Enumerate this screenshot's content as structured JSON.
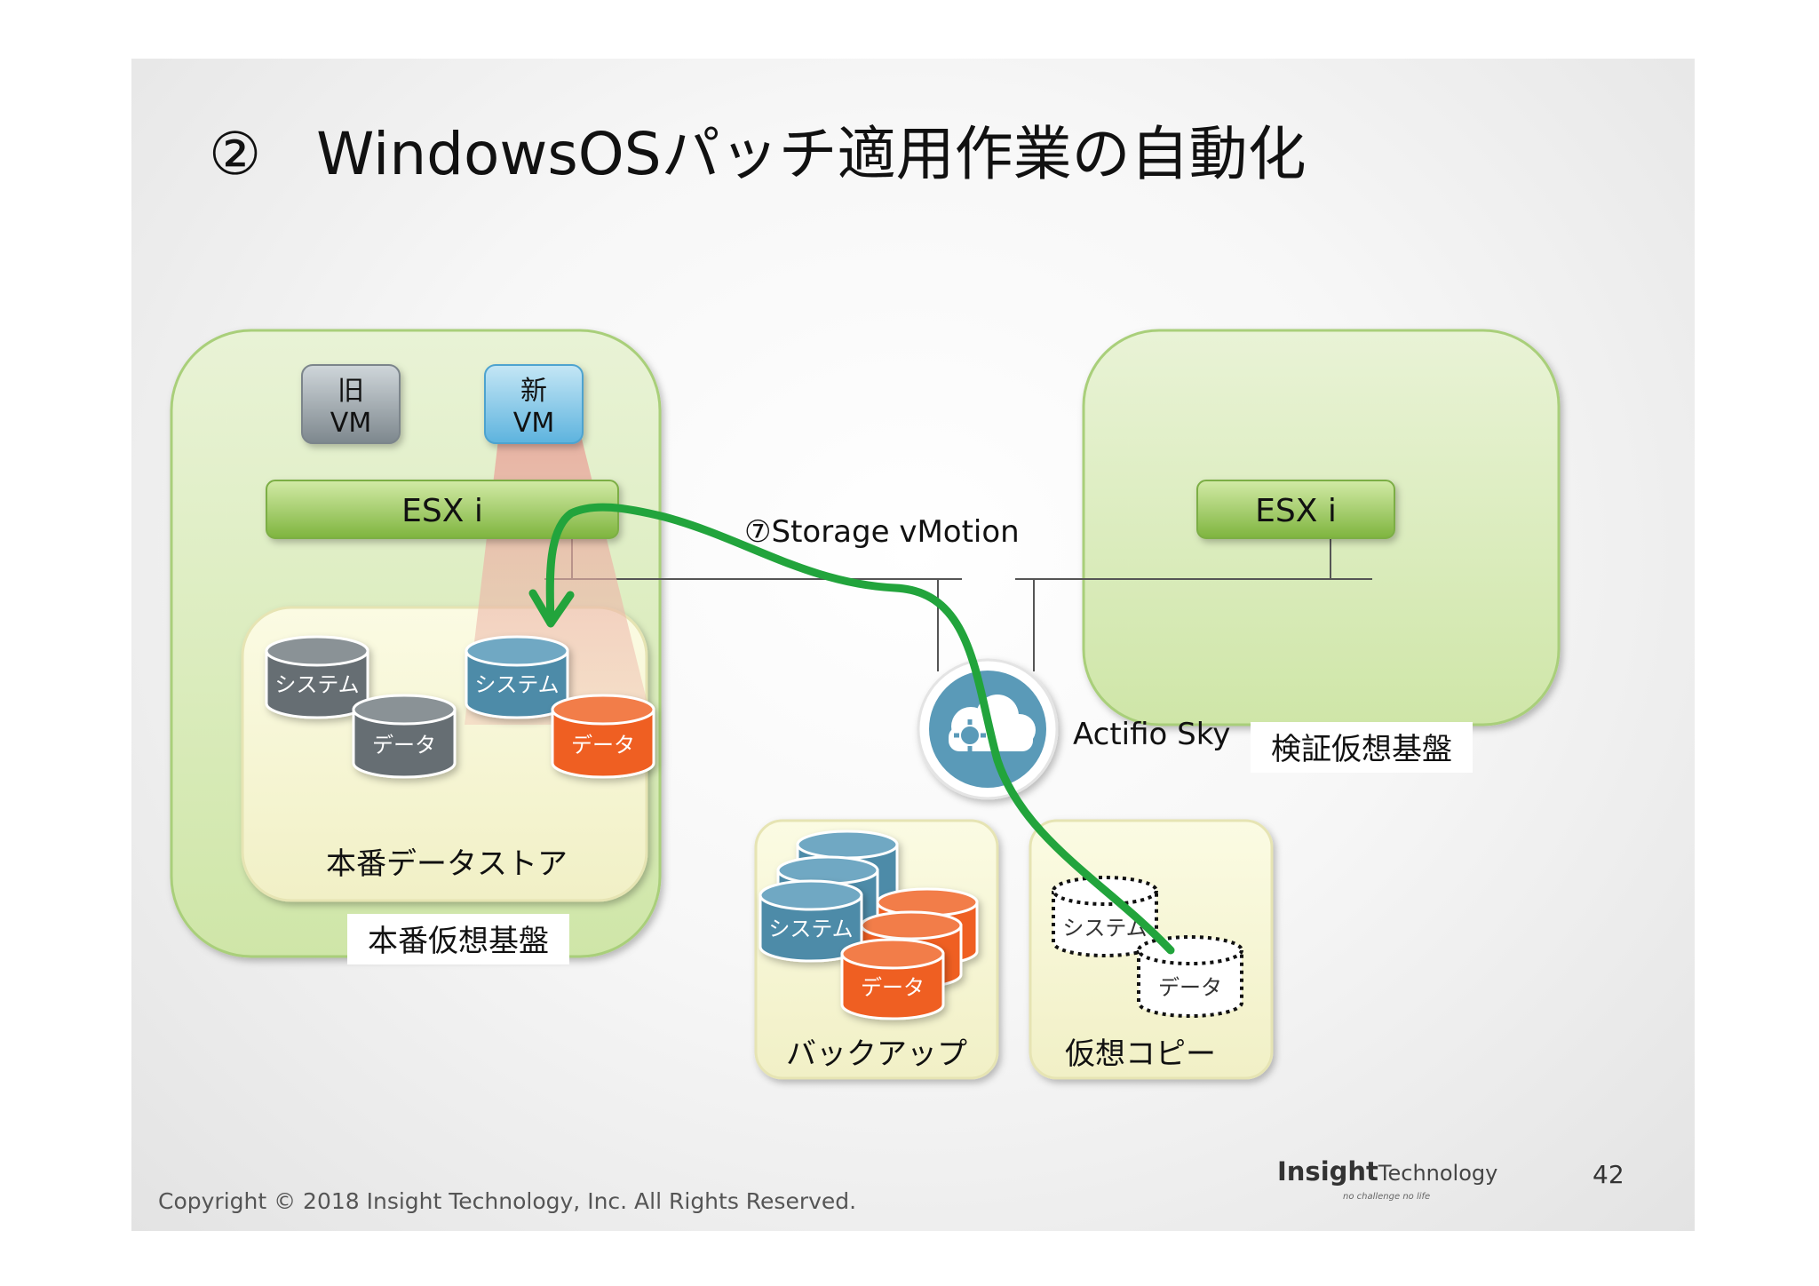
{
  "title": {
    "number": "②",
    "text": "WindowsOSパッチ適用作業の自動化"
  },
  "prod_platform": {
    "label": "本番仮想基盤"
  },
  "verify_platform": {
    "label": "検証仮想基盤"
  },
  "old_vm": {
    "line1": "旧",
    "line2": "VM"
  },
  "new_vm": {
    "line1": "新",
    "line2": "VM"
  },
  "esxi_left": {
    "label": "ESX i"
  },
  "esxi_right": {
    "label": "ESX i"
  },
  "prod_datastore": {
    "label": "本番データストア",
    "system": "システム",
    "data": "データ"
  },
  "new_datastore": {
    "system": "システム",
    "data": "データ"
  },
  "storage_vmotion": {
    "label": "⑦Storage vMotion"
  },
  "actifio": {
    "label": "Actifio Sky"
  },
  "backup": {
    "label": "バックアップ",
    "system": "システム",
    "data": "データ"
  },
  "virtual_copy": {
    "label": "仮想コピー",
    "system": "システム",
    "data": "データ"
  },
  "footer": {
    "copyright": "Copyright © 2018 Insight Technology, Inc. All Rights Reserved.",
    "page": "42"
  },
  "logo": {
    "main": "Insight",
    "tech": "Technology",
    "tagline": "no challenge no life"
  },
  "colors": {
    "platform_green": "#d7ebb8",
    "esx_green": "#8fc34f",
    "vm_blue": "#7fc6e6",
    "vm_gray": "#8c9499",
    "cyl_blue": "#4e8ba8",
    "cyl_gray": "#666e73",
    "cyl_orange": "#ef5f24",
    "arrow_green": "#22a43c"
  }
}
